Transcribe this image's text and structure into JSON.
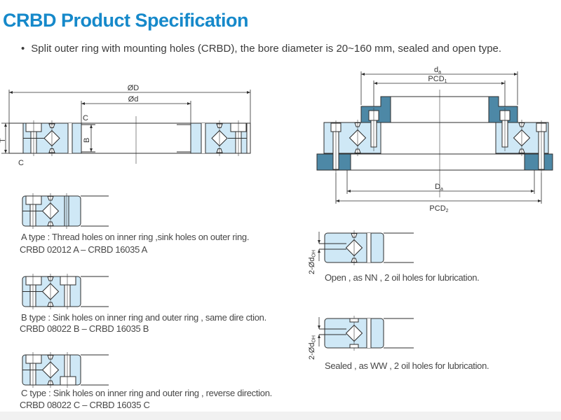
{
  "page": {
    "title": "CRBD Product Specification",
    "bullet_marker": "•",
    "bullet": "Split outer ring with mounting holes (CRBD), the bore diameter is 20~160 mm, sealed and open type.",
    "colors": {
      "title": "#1689ca",
      "text": "#3b3b3b",
      "caption": "#474747",
      "line": "#2e2e2e",
      "light_blue": "#cfe8f6",
      "dark_blue": "#4d88a6",
      "band": "#f1f1f1"
    }
  },
  "main_diagram": {
    "labels": {
      "outer_diameter": "ØD",
      "bore_diameter": "Ød",
      "height": "T",
      "inner_ring_width": "B",
      "chamfer_top": "C",
      "chamfer_bottom": "C"
    }
  },
  "mounting_diagram": {
    "labels": {
      "da_main": "d",
      "da_sub": "a",
      "pcd1_main": "PCD",
      "pcd1_sub": "1",
      "Da_main": "D",
      "Da_sub": "a",
      "pcd2_main": "PCD",
      "pcd2_sub": "2"
    }
  },
  "types": [
    {
      "id": "A",
      "description": "A type : Thread holes on inner ring ,sink holes on outer ring.",
      "range": "CRBD 02012 A – CRBD 16035 A"
    },
    {
      "id": "B",
      "description": "B type : Sink holes on inner ring and outer ring , same dire ction.",
      "range": "CRBD 08022 B – CRBD 16035 B"
    },
    {
      "id": "C",
      "description": "C type : Sink holes on inner ring and outer ring , reverse direction.",
      "range": "CRBD 08022 C – CRBD 16035 C"
    }
  ],
  "variants": [
    {
      "id": "open",
      "caption": "Open , as NN , 2 oil holes for lubrication.",
      "oil_main": "2-Ød",
      "oil_sub": "OH"
    },
    {
      "id": "sealed",
      "caption": "Sealed , as WW , 2 oil holes for lubrication.",
      "oil_main": "2-Ød",
      "oil_sub": "OH"
    }
  ]
}
